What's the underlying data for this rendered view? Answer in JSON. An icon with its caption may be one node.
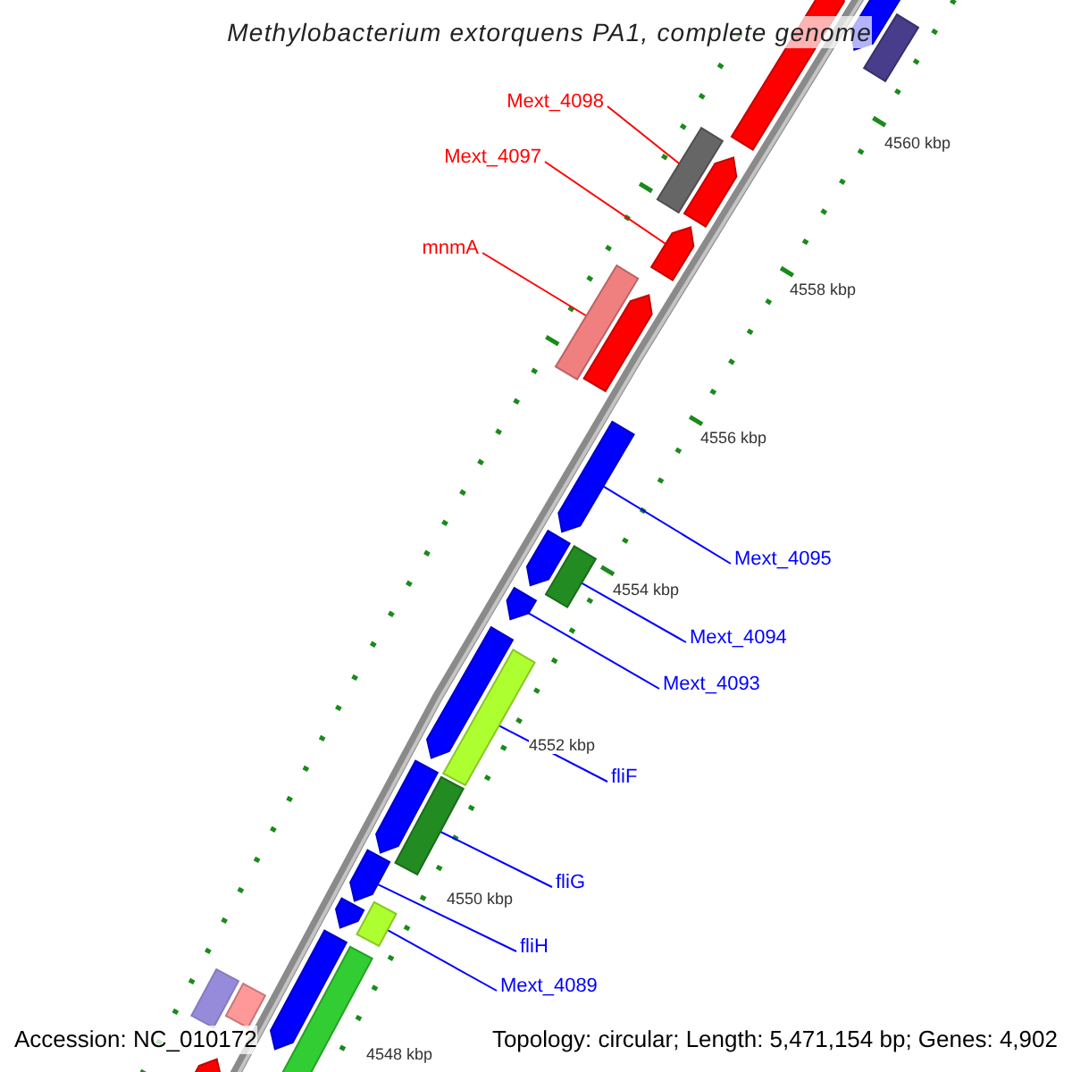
{
  "diagram": {
    "title": "Methylobacterium extorquens PA1, complete genome",
    "nodes": [
      {
        "text": [
          "Mext_4098"
        ]
      },
      {
        "text": [],
        "shape": "box"
      },
      {
        "text": [
          "Mext_4097"
        ]
      },
      {
        "text": [],
        "shape": "pentagon"
      },
      {
        "text": [
          "mnmA"
        ]
      },
      {
        "text": [],
        "shape": "box"
      },
      {
        "text": [
          "Mext_4095"
        ]
      },
      {
        "text": [],
        "shape": "pentagon"
      },
      {
        "text": [
          "Mext_4094"
        ]
      },
      {
        "text": [],
        "shape": "box"
      },
      {
        "text": [
          "Mext_4093"
        ]
      },
      {
        "text": [],
        "shape": "pentagon"
      },
      {
        "text": [
          "fliF"
        ]
      },
      {
        "text": [],
        "shape": "box"
      },
      {
        "text": [
          "fliG"
        ]
      },
      {
        "text": [],
        "shape": "box"
      },
      {
        "text": [
          "fliH"
        ]
      },
      {
        "text": [],
        "shape": "pentagon"
      },
      {
        "text": [
          "Mext_4089"
        ]
      },
      {
        "text": [],
        "shape": "box"
      },
      {
        "text": [],
        "shape": "pentagon"
      },
      {
        "text": [],
        "shape": "pentagon"
      },
      {
        "text": [],
        "shape": "pentagon"
      },
      {
        "text": [],
        "shape": "pentagon"
      },
      {
        "text": [],
        "shape": "box"
      },
      {
        "text": [],
        "shape": "box"
      },
      {
        "text": [],
        "shape": "pentagon"
      },
      {
        "text": [],
        "shape": "pentagon"
      },
      {
        "text": [],
        "shape": "pentagon"
      },
      {
        "text": [],
        "shape": "pentagon"
      },
      {
        "text": [],
        "shape": "pentagon"
      },
      {
        "text": [],
        "shape": "pentagon"
      },
      {
        "text": [],
        "shape": "box"
      },
      {
        "text": [],
        "shape": "box"
      }
    ],
    "edges": [
      {
        "from": 0,
        "to": 1,
        "arrow": "none",
        "color": "#ff0000"
      },
      {
        "from": 2,
        "to": 3,
        "arrow": "none",
        "color": "#ff0000"
      },
      {
        "from": 4,
        "to": 5,
        "arrow": "none",
        "color": "#ff0000"
      },
      {
        "from": 6,
        "to": 7,
        "arrow": "none"
      },
      {
        "from": 8,
        "to": 9,
        "arrow": "none"
      },
      {
        "from": 10,
        "to": 11,
        "arrow": "none"
      },
      {
        "from": 12,
        "to": 13,
        "arrow": "none"
      },
      {
        "from": 14,
        "to": 15,
        "arrow": "none"
      },
      {
        "from": 16,
        "to": 17,
        "arrow": "none"
      },
      {
        "from": 18,
        "to": 19,
        "arrow": "none"
      }
    ],
    "labels": [
      "4560 kbp",
      "4558 kbp",
      "4556 kbp",
      "4554 kbp",
      "4552 kbp",
      "4550 kbp",
      "4548 kbp",
      "Accession: NC_010172",
      "Topology: circular; Length: 5,471,154 bp; Genes: 4,902"
    ]
  }
}
